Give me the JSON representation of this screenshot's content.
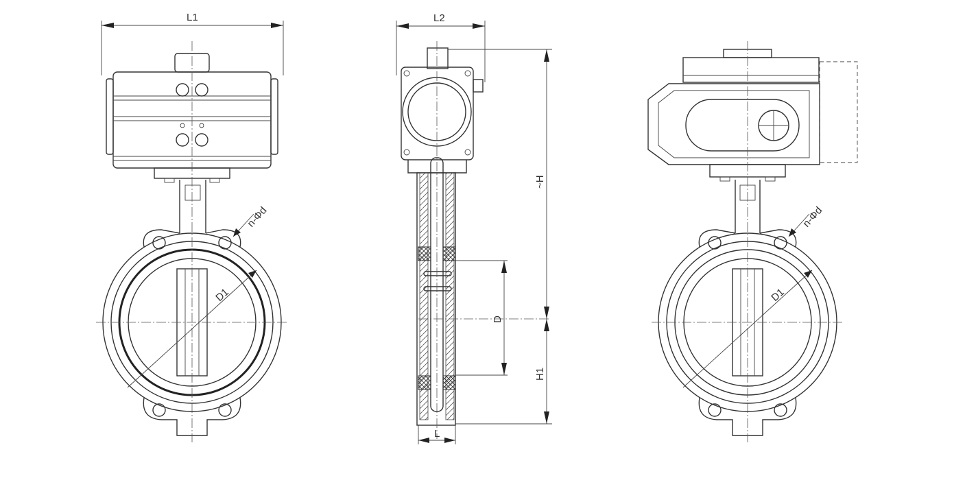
{
  "drawing": {
    "title": "Wafer butterfly valve dimension drawing",
    "labels": {
      "l1": "L1",
      "l2": "L2",
      "h": "~H",
      "h1": "H1",
      "d": "D",
      "l": "L",
      "d1_left": "D1",
      "d1_right": "D1",
      "bolt_left": "n-Φd",
      "bolt_right": "n-Φd"
    }
  }
}
